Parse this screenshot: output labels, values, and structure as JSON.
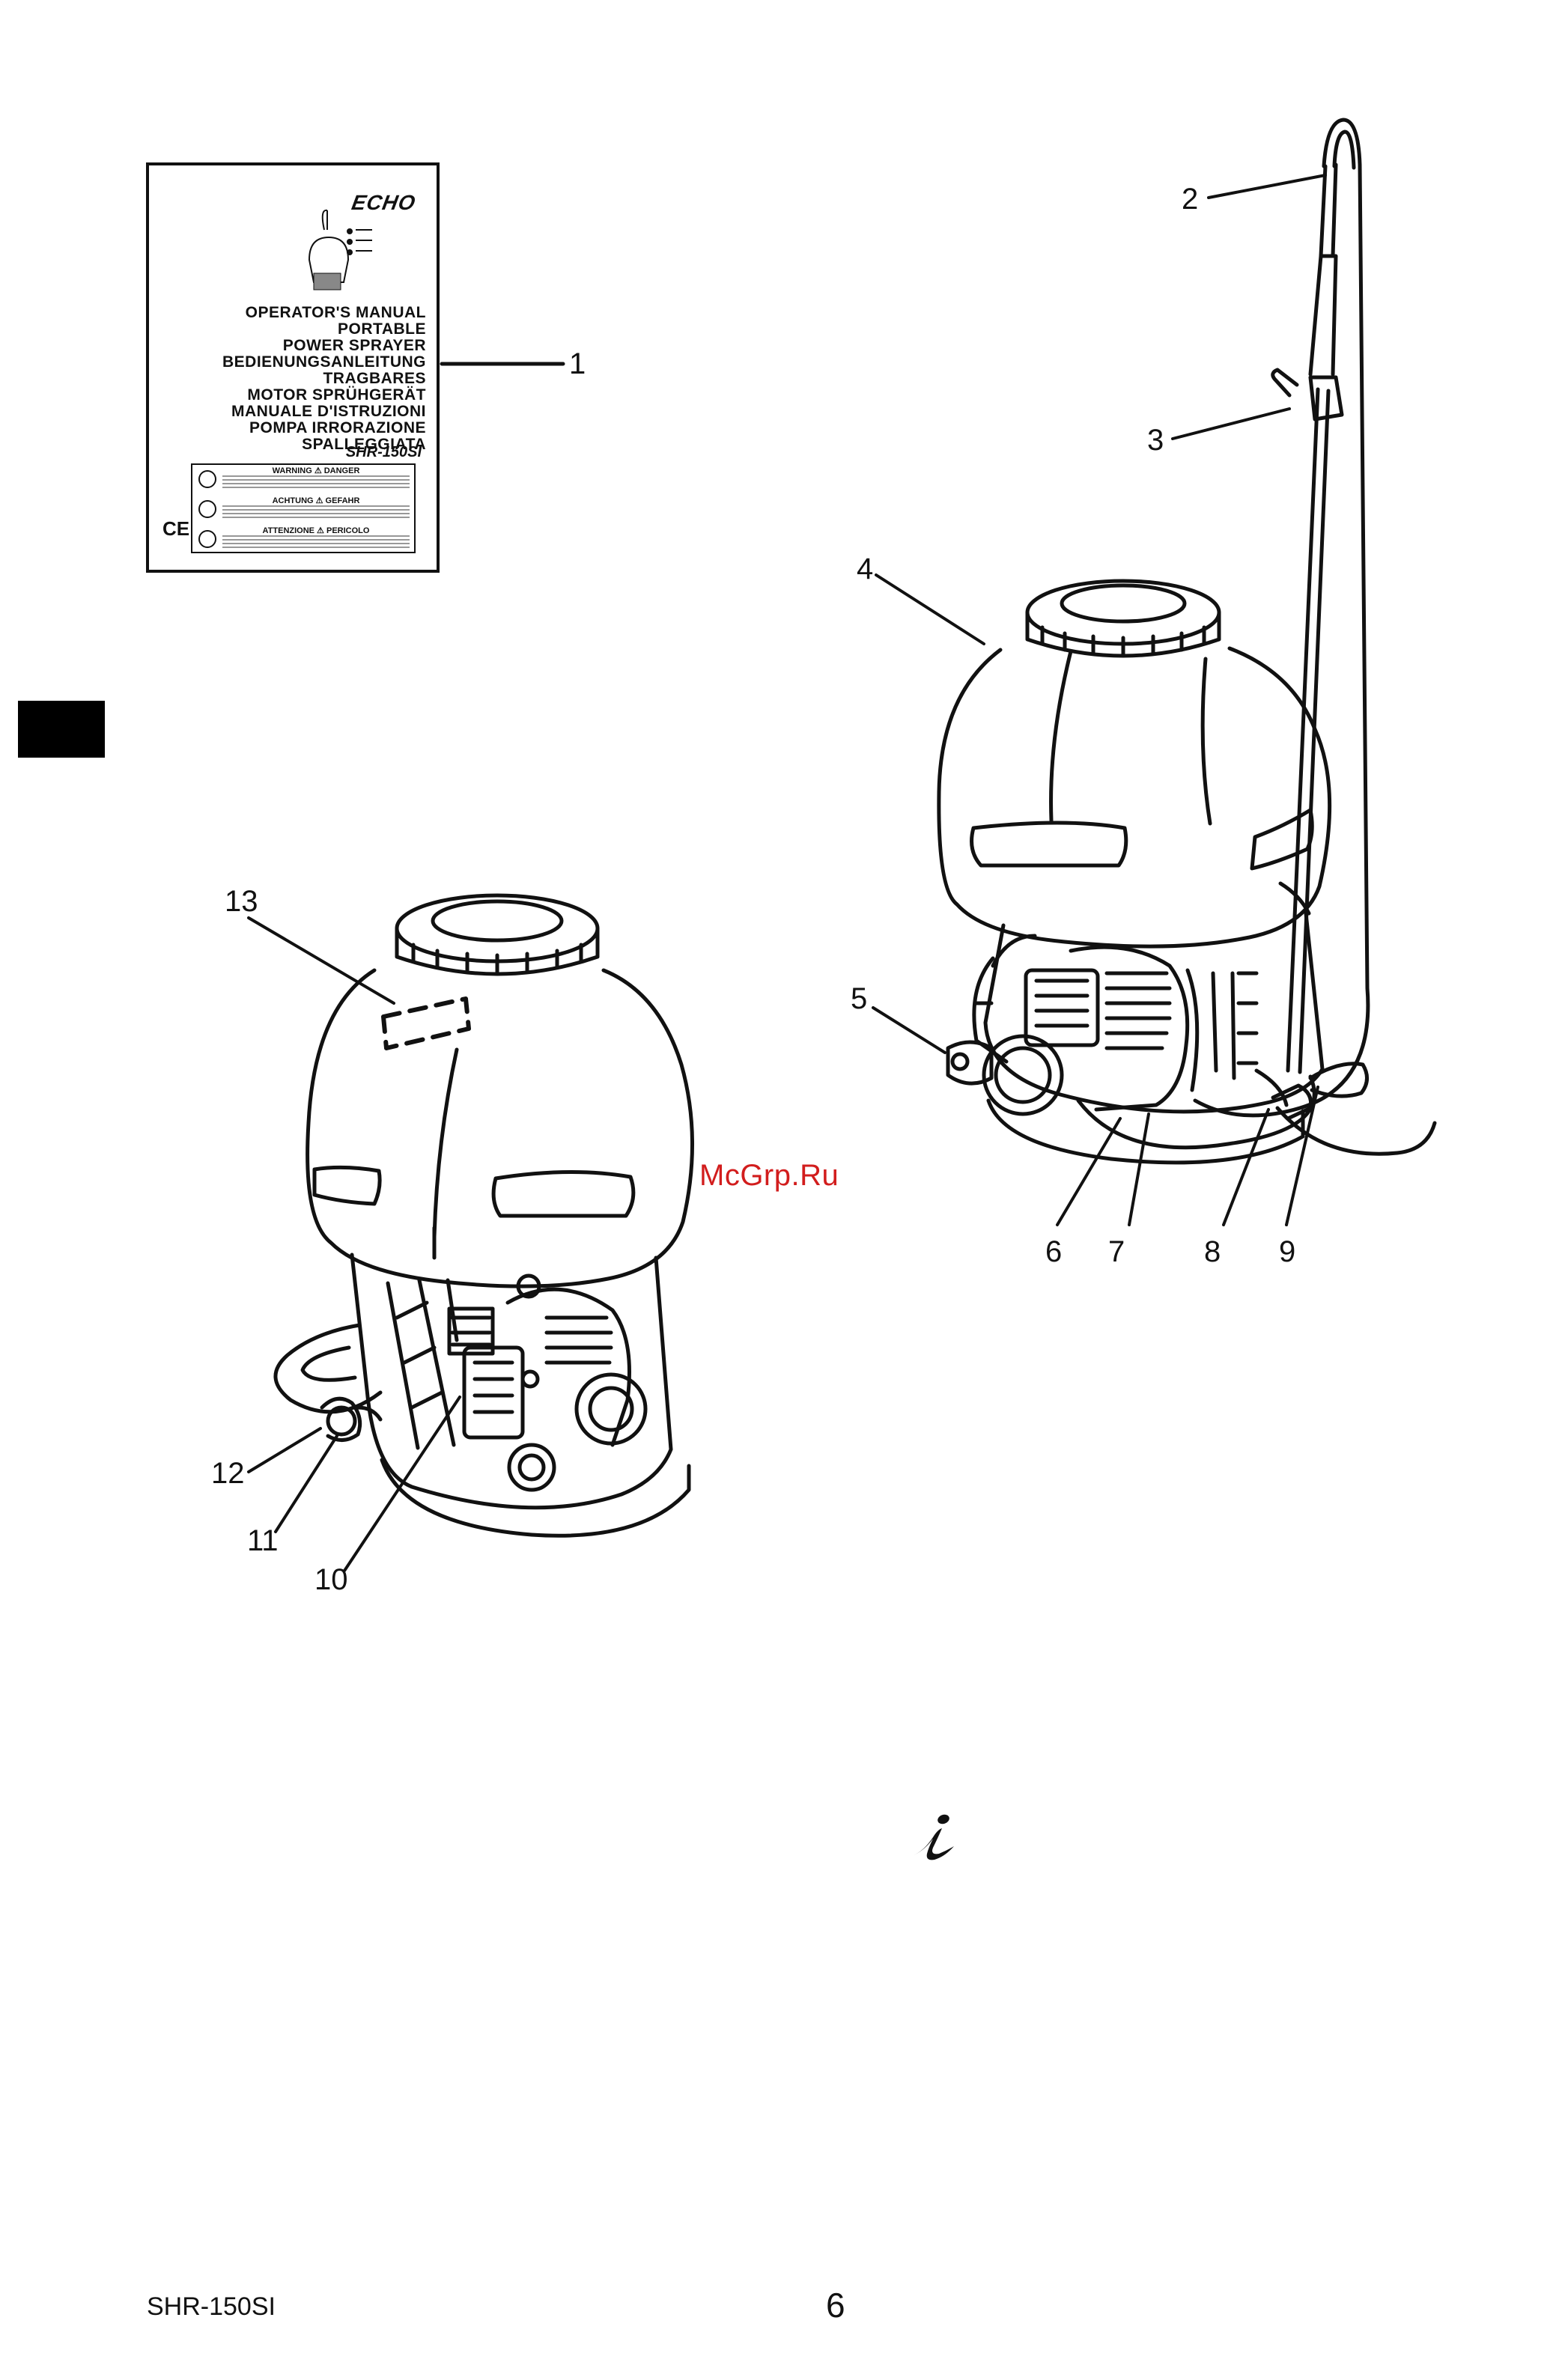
{
  "cover": {
    "brand": "ECHO",
    "title_lines": [
      "OPERATOR'S MANUAL",
      "PORTABLE",
      "POWER SPRAYER",
      "BEDIENUNGSANLEITUNG",
      "TRAGBARES",
      "MOTOR SPRÜHGERÄT",
      "MANUALE D'ISTRUZIONI",
      "POMPA IRRORAZIONE",
      "SPALLEGGIATA"
    ],
    "model": "SHR-150SI",
    "warnings": [
      {
        "heading": "WARNING ⚠ DANGER"
      },
      {
        "heading": "ACHTUNG ⚠ GEFAHR"
      },
      {
        "heading": "ATTENZIONE ⚠ PERICOLO"
      }
    ],
    "ce_mark": "CE"
  },
  "callouts": [
    "1",
    "2",
    "3",
    "4",
    "5",
    "6",
    "7",
    "8",
    "9",
    "10",
    "11",
    "12",
    "13"
  ],
  "watermark": "McGrp.Ru",
  "footer": {
    "model": "SHR-150SI",
    "page_number": "6"
  },
  "colors": {
    "ink": "#111111",
    "watermark": "#d21d1d",
    "tab": "#000000"
  }
}
